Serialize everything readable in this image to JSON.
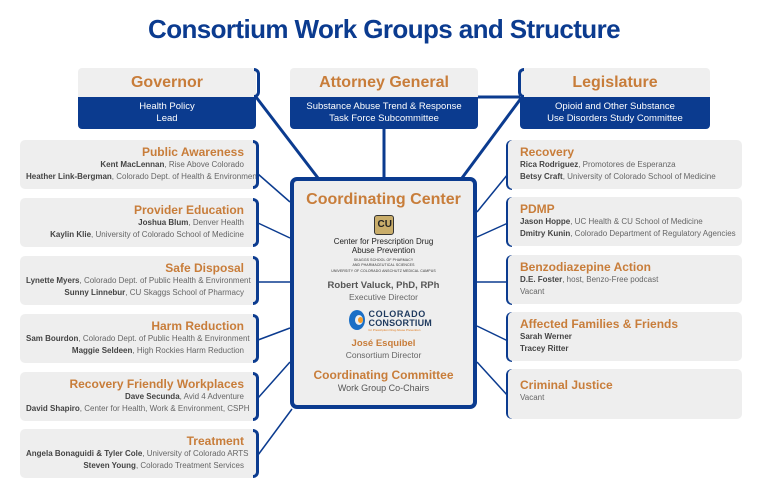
{
  "title": "Consortium Work Groups and Structure",
  "colors": {
    "brand_blue": "#0b3b8f",
    "accent_orange": "#c87d3a",
    "box_gray": "#eeeeee"
  },
  "top_boxes": [
    {
      "title": "Governor",
      "lines": [
        "Health Policy",
        "Lead"
      ]
    },
    {
      "title": "Attorney General",
      "lines": [
        "Substance Abuse Trend & Response",
        "Task Force Subcommittee"
      ]
    },
    {
      "title": "Legislature",
      "lines": [
        "Opioid and Other Substance",
        "Use Disorders Study Committee"
      ]
    }
  ],
  "coordinating_center": {
    "title": "Coordinating Center",
    "cu_logo_glyph": "CU",
    "center_name": [
      "Center for Prescription Drug",
      "Abuse Prevention"
    ],
    "center_fineprint": [
      "SKAGGS SCHOOL OF PHARMACY",
      "AND PHARMACEUTICAL SCIENCES",
      "UNIVERSITY OF COLORADO ANSCHUTZ MEDICAL CAMPUS"
    ],
    "executive_director": {
      "name": "Robert Valuck, PhD, RPh",
      "role": "Executive Director"
    },
    "consortium_logo": {
      "line1": "COLORADO",
      "line2": "CONSORTIUM",
      "tagline": "for Prescription Drug Abuse Prevention"
    },
    "consortium_director": {
      "name": "José Esquibel",
      "role": "Consortium Director"
    },
    "committee": {
      "title": "Coordinating Committee",
      "subtitle": "Work Group Co-Chairs"
    }
  },
  "left_groups": [
    {
      "title": "Public Awareness",
      "members": [
        {
          "name": "Kent MacLennan",
          "org": ", Rise Above Colorado"
        },
        {
          "name": "Heather Link-Bergman",
          "org": ", Colorado Dept. of Health & Environment"
        }
      ]
    },
    {
      "title": "Provider Education",
      "members": [
        {
          "name": "Joshua Blum",
          "org": ", Denver Health"
        },
        {
          "name": "Kaylin Klie",
          "org": ", University of Colorado School of Medicine"
        }
      ]
    },
    {
      "title": "Safe Disposal",
      "members": [
        {
          "name": "Lynette Myers",
          "org": ", Colorado Dept. of Public Health & Environment"
        },
        {
          "name": "Sunny Linnebur",
          "org": ", CU Skaggs School of Pharmacy"
        }
      ]
    },
    {
      "title": "Harm Reduction",
      "members": [
        {
          "name": "Sam Bourdon",
          "org": ", Colorado Dept. of Public Health & Environment"
        },
        {
          "name": "Maggie Seldeen",
          "org": ", High Rockies Harm Reduction"
        }
      ]
    },
    {
      "title": "Recovery Friendly Workplaces",
      "members": [
        {
          "name": "Dave Secunda",
          "org": ", Avid 4 Adventure"
        },
        {
          "name": "David Shapiro",
          "org": ", Center for Health, Work & Environment, CSPH"
        }
      ]
    },
    {
      "title": "Treatment",
      "members": [
        {
          "name": "Angela Bonaguidi & Tyler Cole",
          "org": ", University of Colorado ARTS"
        },
        {
          "name": "Steven Young",
          "org": ", Colorado Treatment Services"
        }
      ]
    }
  ],
  "right_groups": [
    {
      "title": "Recovery",
      "members": [
        {
          "name": "Rica Rodriguez",
          "org": ", Promotores de Esperanza"
        },
        {
          "name": "Betsy Craft",
          "org": ", University of Colorado School of Medicine"
        }
      ]
    },
    {
      "title": "PDMP",
      "members": [
        {
          "name": "Jason Hoppe",
          "org": ", UC Health & CU School of Medicine"
        },
        {
          "name": "Dmitry Kunin",
          "org": ", Colorado Department of Regulatory Agencies"
        }
      ]
    },
    {
      "title": "Benzodiazepine Action",
      "members": [
        {
          "name": "D.E. Foster",
          "org": ", host, Benzo-Free podcast"
        },
        {
          "name": "",
          "org": "Vacant"
        }
      ]
    },
    {
      "title": "Affected Families & Friends",
      "members": [
        {
          "name": "Sarah Werner",
          "org": ""
        },
        {
          "name": "Tracey Ritter",
          "org": ""
        }
      ]
    },
    {
      "title": "Criminal Justice",
      "members": [
        {
          "name": "",
          "org": "Vacant"
        }
      ]
    }
  ]
}
